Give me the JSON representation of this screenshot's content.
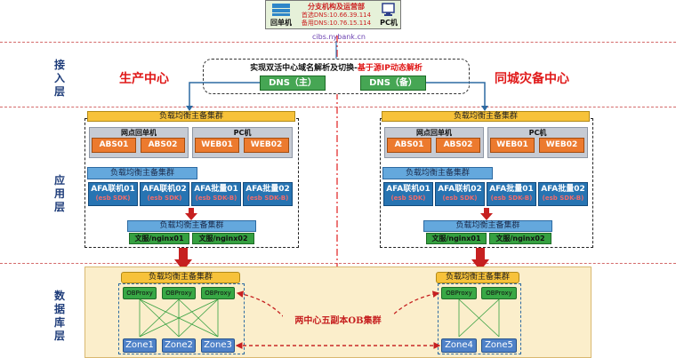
{
  "top": {
    "branch_title": "分支机构及运营部",
    "dns_primary": "首选DNS:10.66.39.114",
    "dns_backup": "备用DNS:10.76.15.114",
    "teller_label": "回单机",
    "pc_label": "PC机",
    "domain": "cibs.nybank.cn"
  },
  "layers": {
    "access": "接入层",
    "app": "应用层",
    "db": "数据库层"
  },
  "centers": {
    "prod": "生产中心",
    "dr": "同城灾备中心"
  },
  "dns_box": {
    "title_black": "实现双活中心域名解析及切换-",
    "title_red": "基于源IP动态解析",
    "dns_main": "DNS（主）",
    "dns_backup": "DNS（备）"
  },
  "app": {
    "lb_label": "负载均衡主备集群",
    "group1_label": "网点回单机",
    "group2_label": "PC机",
    "abs1": "ABS01",
    "abs2": "ABS02",
    "web1": "WEB01",
    "web2": "WEB02",
    "afa": [
      {
        "title": "AFA联机01",
        "sub": "(esb SDK)"
      },
      {
        "title": "AFA联机02",
        "sub": "(esb SDK)"
      },
      {
        "title": "AFA批量01",
        "sub": "(esb SDK-B)"
      },
      {
        "title": "AFA批量02",
        "sub": "(esb SDK-B)"
      }
    ],
    "nginx1": "文服/nginx01",
    "nginx2": "文服/nginx02"
  },
  "db": {
    "lb_label": "负载均衡主备集群",
    "obproxy": "OBProxy",
    "zones": [
      "Zone1",
      "Zone2",
      "Zone3",
      "Zone4",
      "Zone5"
    ],
    "cluster_label": "两中心五副本OB集群"
  },
  "colors": {
    "title_red": "#e01818",
    "layer_blue": "#1f3d7a",
    "lb_yellow": "#f7c23a",
    "lb_blue": "#64a8dd",
    "afa_blue": "#2774b2",
    "node_orange": "#ec7a2e",
    "green": "#35a040",
    "zone_blue": "#4f82c8",
    "db_bg": "#fbeecb"
  }
}
